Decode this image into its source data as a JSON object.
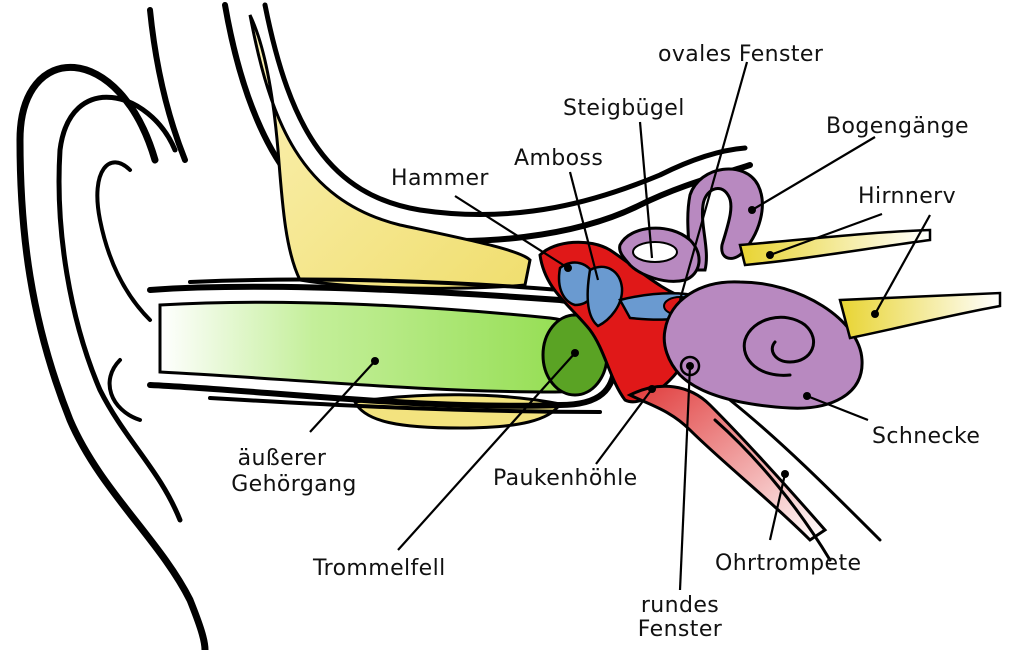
{
  "labels": {
    "ovales_fenster": "ovales Fenster",
    "steigbuegel": "Steigbügel",
    "bogengaenge": "Bogengänge",
    "amboss": "Amboss",
    "hammer": "Hammer",
    "hirnnerv": "Hirnnerv",
    "gehoergang_line1": "äußerer",
    "gehoergang_line2": "Gehörgang",
    "paukenhoehle": "Paukenhöhle",
    "schnecke": "Schnecke",
    "trommelfell": "Trommelfell",
    "ohrtrompete": "Ohrtrompete",
    "rundes_fenster_line1": "rundes",
    "rundes_fenster_line2": "Fenster"
  },
  "colors": {
    "bone": "#f2e27a",
    "canal": "#8fdc4a",
    "eardrum": "#5aa324",
    "cavity": "#e01818",
    "ossicles": "#6a9ad0",
    "inner_ear": "#b889c0",
    "nerve": "#e9d840",
    "tube": "#e05050"
  }
}
